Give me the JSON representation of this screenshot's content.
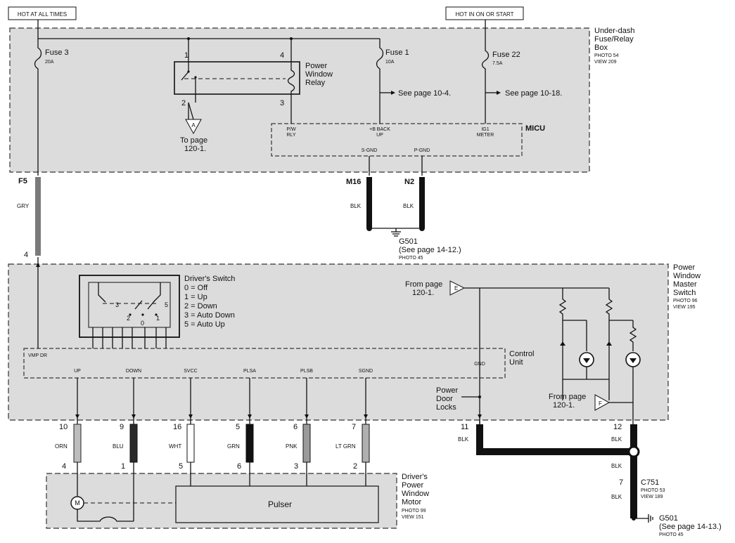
{
  "headers": {
    "hot_at_all_times": "HOT AT ALL TIMES",
    "hot_in_on_or_start": "HOT IN ON OR START"
  },
  "fuse_box": {
    "title_1": "Under-dash",
    "title_2": "Fuse/Relay",
    "title_3": "Box",
    "photo": "PHOTO 54",
    "view": "VIEW 209",
    "fuse3_name": "Fuse 3",
    "fuse3_rating": "20A",
    "fuse1_name": "Fuse 1",
    "fuse1_rating": "10A",
    "fuse22_name": "Fuse 22",
    "fuse22_rating": "7.5A",
    "relay_1": "Power",
    "relay_2": "Window",
    "relay_3": "Relay",
    "relay_pin1": "1",
    "relay_pin4": "4",
    "relay_pin2": "2",
    "relay_pin3": "3",
    "connector_a": "A",
    "to_page_1": "To page",
    "to_page_2": "120-1.",
    "see_page_1": "See page 10-4.",
    "see_page_2": "See page 10-18.",
    "micu": "MICU",
    "micu_pw_1": "P/W",
    "micu_pw_2": "RLY",
    "micu_bb_1": "+B BACK",
    "micu_bb_2": "UP",
    "micu_ig_1": "IG1",
    "micu_ig_2": "METER",
    "micu_sgnd": "S-GND",
    "micu_pgnd": "P-GND"
  },
  "ground_upper": {
    "m16": "M16",
    "n2": "N2",
    "blk_1": "BLK",
    "blk_2": "BLK",
    "g501": "G501",
    "see": "(See page 14-12.)",
    "photo": "PHOTO 45"
  },
  "feed": {
    "f5": "F5",
    "gry": "GRY",
    "pin4": "4"
  },
  "master_switch": {
    "title_1": "Power",
    "title_2": "Window",
    "title_3": "Master",
    "title_4": "Switch",
    "photo": "PHOTO 96",
    "view": "VIEW 195",
    "drivers_switch": "Driver's Switch",
    "legend": [
      "0 = Off",
      "1 = Up",
      "2 = Down",
      "3 = Auto Down",
      "5 = Auto Up"
    ],
    "sw_pos_3": "3",
    "sw_pos_2": "2",
    "sw_pos_0": "0",
    "sw_pos_1": "1",
    "sw_pos_5": "5",
    "control_unit_1": "Control",
    "control_unit_2": "Unit",
    "vmp_dr": "VMP DR",
    "terminals": [
      "UP",
      "DOWN",
      "SVCC",
      "PLSA",
      "PLSB",
      "SGND"
    ],
    "gnd": "GND",
    "from_page_e_1": "From page",
    "from_page_e_2": "120-1.",
    "connector_e": "E",
    "from_page_f_1": "From page",
    "from_page_f_2": "120-1.",
    "connector_f": "F",
    "door_locks_1": "Power",
    "door_locks_2": "Door",
    "door_locks_3": "Locks"
  },
  "wires": [
    {
      "top_pin": "10",
      "color": "ORN",
      "bottom_pin": "4",
      "fill": "#bdbdbd"
    },
    {
      "top_pin": "9",
      "color": "BLU",
      "bottom_pin": "1",
      "fill": "#2a2a2a"
    },
    {
      "top_pin": "16",
      "color": "WHT",
      "bottom_pin": "5",
      "fill": "#ffffff"
    },
    {
      "top_pin": "5",
      "color": "GRN",
      "bottom_pin": "6",
      "fill": "#111111"
    },
    {
      "top_pin": "6",
      "color": "PNK",
      "bottom_pin": "3",
      "fill": "#9a9a9a"
    },
    {
      "top_pin": "7",
      "color": "LT GRN",
      "bottom_pin": "2",
      "fill": "#b0b0b0"
    }
  ],
  "ground_lower": {
    "pin11": "11",
    "pin12": "12",
    "blk_1": "BLK",
    "blk_2": "BLK",
    "blk_3": "BLK",
    "blk_4": "BLK",
    "pin7": "7",
    "c751": "C751",
    "c751_photo": "PHOTO 53",
    "c751_view": "VIEW 189",
    "g501": "G501",
    "see": "(See page 14-13.)",
    "photo": "PHOTO 45"
  },
  "motor": {
    "title_1": "Driver's",
    "title_2": "Power",
    "title_3": "Window",
    "title_4": "Motor",
    "photo": "PHOTO 99",
    "view": "VIEW 151",
    "m": "M",
    "pulser": "Pulser"
  },
  "colors": {
    "box_fill": "#dcdcdc",
    "ink": "#111111",
    "gry_wire": "#7a7a7a"
  }
}
